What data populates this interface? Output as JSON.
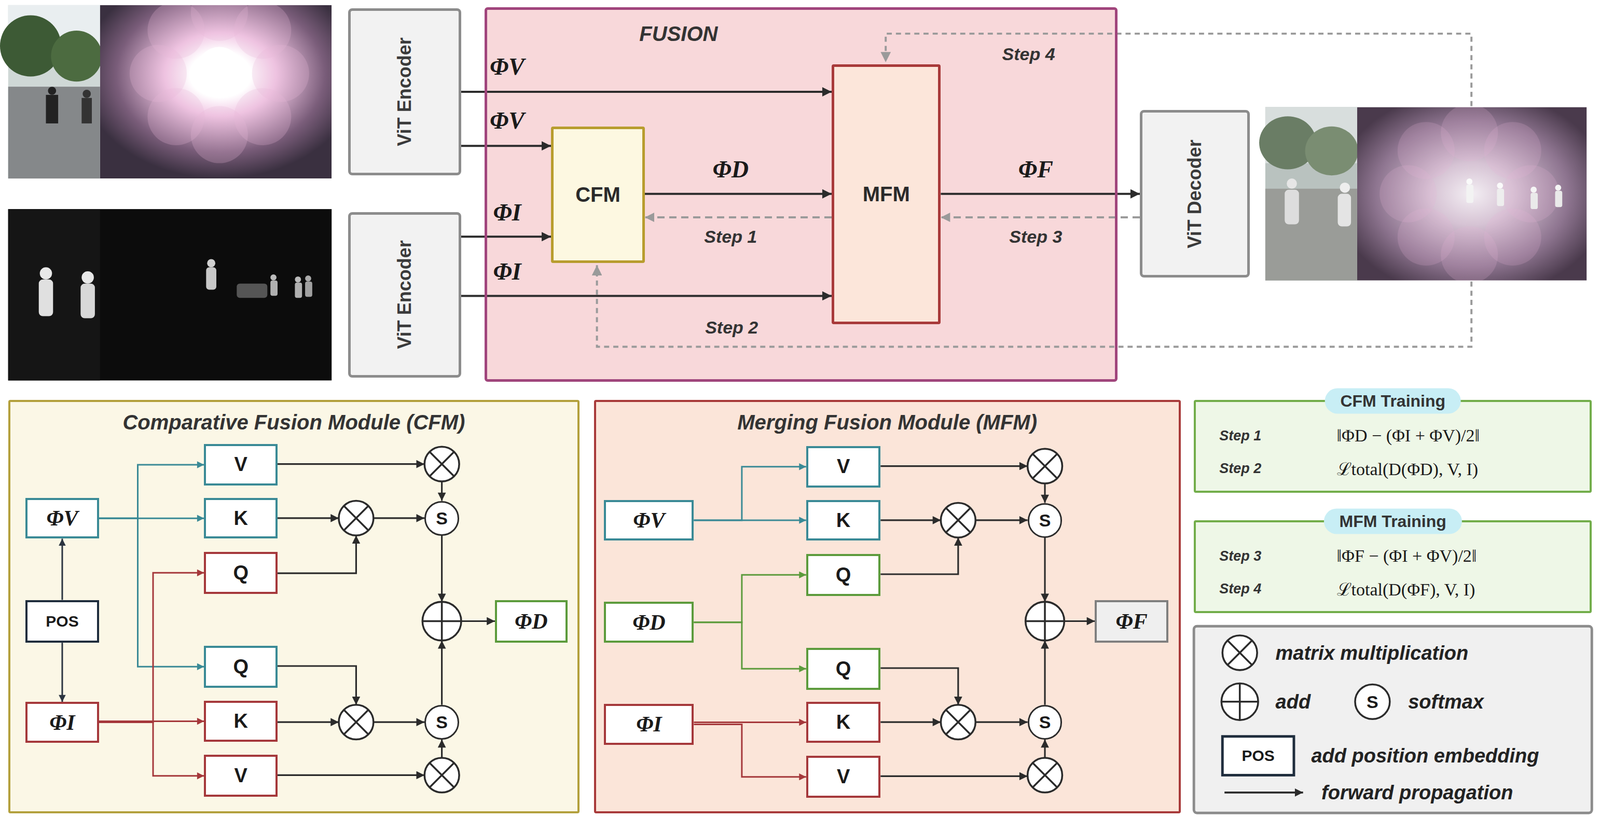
{
  "diagram": {
    "nodes": [
      {
        "text": [
          "ViT Encoder"
        ]
      },
      {
        "text": [
          "ViT Encoder"
        ]
      },
      {
        "text": [
          "FUSION"
        ]
      },
      {
        "text": [
          "CFM"
        ],
        "in": 2
      },
      {
        "text": [
          "MFM"
        ],
        "in": 2
      },
      {
        "text": [
          "ViT Decoder"
        ]
      },
      {
        "text": [
          "Comparative Fusion Module (CFM)"
        ]
      },
      {
        "text": [
          "ΦV"
        ],
        "in": 6
      },
      {
        "text": [
          "POS"
        ],
        "in": 6
      },
      {
        "text": [
          "ΦI"
        ],
        "in": 6
      },
      {
        "text": [
          "V"
        ],
        "in": 6
      },
      {
        "text": [
          "K"
        ],
        "in": 6
      },
      {
        "text": [
          "Q"
        ],
        "in": 6
      },
      {
        "text": [
          "Q"
        ],
        "in": 6
      },
      {
        "text": [
          "K"
        ],
        "in": 6
      },
      {
        "text": [
          "V"
        ],
        "in": 6
      },
      {
        "text": [
          "S"
        ],
        "in": 6
      },
      {
        "text": [
          "S"
        ],
        "in": 6
      },
      {
        "text": [
          "ΦD"
        ],
        "in": 6
      },
      {
        "text": [
          "Merging Fusion Module (MFM)"
        ]
      },
      {
        "text": [
          "ΦV"
        ],
        "in": 19
      },
      {
        "text": [
          "ΦD"
        ],
        "in": 19
      },
      {
        "text": [
          "ΦI"
        ],
        "in": 19
      },
      {
        "text": [
          "V"
        ],
        "in": 19
      },
      {
        "text": [
          "K"
        ],
        "in": 19
      },
      {
        "text": [
          "Q"
        ],
        "in": 19
      },
      {
        "text": [
          "Q"
        ],
        "in": 19
      },
      {
        "text": [
          "K"
        ],
        "in": 19
      },
      {
        "text": [
          "V"
        ],
        "in": 19
      },
      {
        "text": [
          "S"
        ],
        "in": 19
      },
      {
        "text": [
          "S"
        ],
        "in": 19
      },
      {
        "text": [
          "ΦF"
        ],
        "in": 19
      },
      {
        "text": [
          "CFM Training",
          "Step 1",
          "‖ΦD − (ΦI + ΦV)/2‖",
          "Step 2",
          "ℒtotal(D(ΦD), V, I)"
        ]
      },
      {
        "text": [
          "MFM Training",
          "Step 3",
          "‖ΦF − (ΦI + ΦV)/2‖",
          "Step 4",
          "ℒtotal(D(ΦF), V, I)"
        ]
      }
    ],
    "edges": [
      {
        "from": 0,
        "to": 4,
        "arrow": "to",
        "label": "ΦV"
      },
      {
        "from": 0,
        "to": 3,
        "arrow": "to",
        "label": "ΦV"
      },
      {
        "from": 1,
        "to": 3,
        "arrow": "to",
        "label": "ΦI"
      },
      {
        "from": 1,
        "to": 4,
        "arrow": "to",
        "label": "ΦI"
      },
      {
        "from": 3,
        "to": 4,
        "arrow": "to",
        "label": "ΦD"
      },
      {
        "from": 4,
        "to": 5,
        "arrow": "to",
        "label": "ΦF"
      },
      {
        "from": 4,
        "to": 3,
        "arrow": "to",
        "label": "Step 1"
      },
      {
        "from": 5,
        "to": 4,
        "arrow": "to",
        "label": "Step 3"
      },
      {
        "from": 8,
        "to": 7,
        "arrow": "to"
      },
      {
        "from": 8,
        "to": 9,
        "arrow": "to"
      },
      {
        "from": 7,
        "to": 10,
        "arrow": "to"
      },
      {
        "from": 7,
        "to": 11,
        "arrow": "to"
      },
      {
        "from": 7,
        "to": 13,
        "arrow": "to"
      },
      {
        "from": 9,
        "to": 12,
        "arrow": "to"
      },
      {
        "from": 9,
        "to": 14,
        "arrow": "to"
      },
      {
        "from": 9,
        "to": 15,
        "arrow": "to"
      },
      {
        "from": 20,
        "to": 23,
        "arrow": "to"
      },
      {
        "from": 20,
        "to": 24,
        "arrow": "to"
      },
      {
        "from": 21,
        "to": 25,
        "arrow": "to"
      },
      {
        "from": 21,
        "to": 26,
        "arrow": "to"
      },
      {
        "from": 22,
        "to": 27,
        "arrow": "to"
      },
      {
        "from": 22,
        "to": 28,
        "arrow": "to"
      }
    ],
    "labels": [
      "Step 4",
      "Step 2",
      "S",
      "POS"
    ],
    "legend": [
      {
        "text": "matrix multiplication"
      },
      {
        "text": "add"
      },
      {
        "text": "softmax"
      },
      {
        "text": "add position embedding"
      },
      {
        "text": "forward propagation"
      }
    ]
  }
}
